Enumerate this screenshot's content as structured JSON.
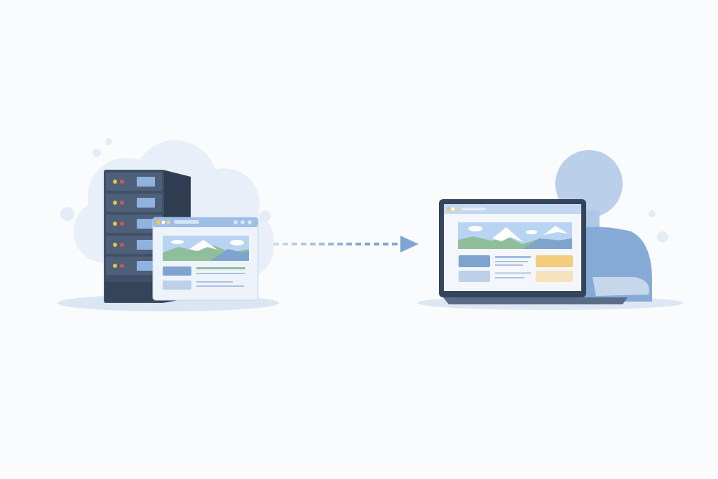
{
  "colors": {
    "background": "#fafbfd",
    "cloud": "#e6eef8",
    "shadow": "#dbe6f3",
    "server_front": "#3f5068",
    "server_side": "#2f3d52",
    "server_unit": "#4d5f79",
    "led_yellow": "#e8c14a",
    "led_red": "#d9534f",
    "port": "#8fb3de",
    "window_bar": "#9dbfe6",
    "window_body": "#eef3fa",
    "sky": "#b8d4f2",
    "mountain_green": "#8fbf9a",
    "mountain_blue": "#7fa3cc",
    "snow": "#ffffff",
    "card_blue": "#7ea3cf",
    "card_light": "#bcd0e8",
    "card_yellow": "#f3cd7a",
    "card_yellow_light": "#f6e3bc",
    "arrow": "#7ea5d6",
    "laptop_frame": "#34445a",
    "person": "#a9c3e3",
    "person_shirt": "#86abd6"
  },
  "scene": {
    "left": "server-with-web-page",
    "connector": "dashed-arrow-right",
    "right": "person-at-laptop"
  }
}
